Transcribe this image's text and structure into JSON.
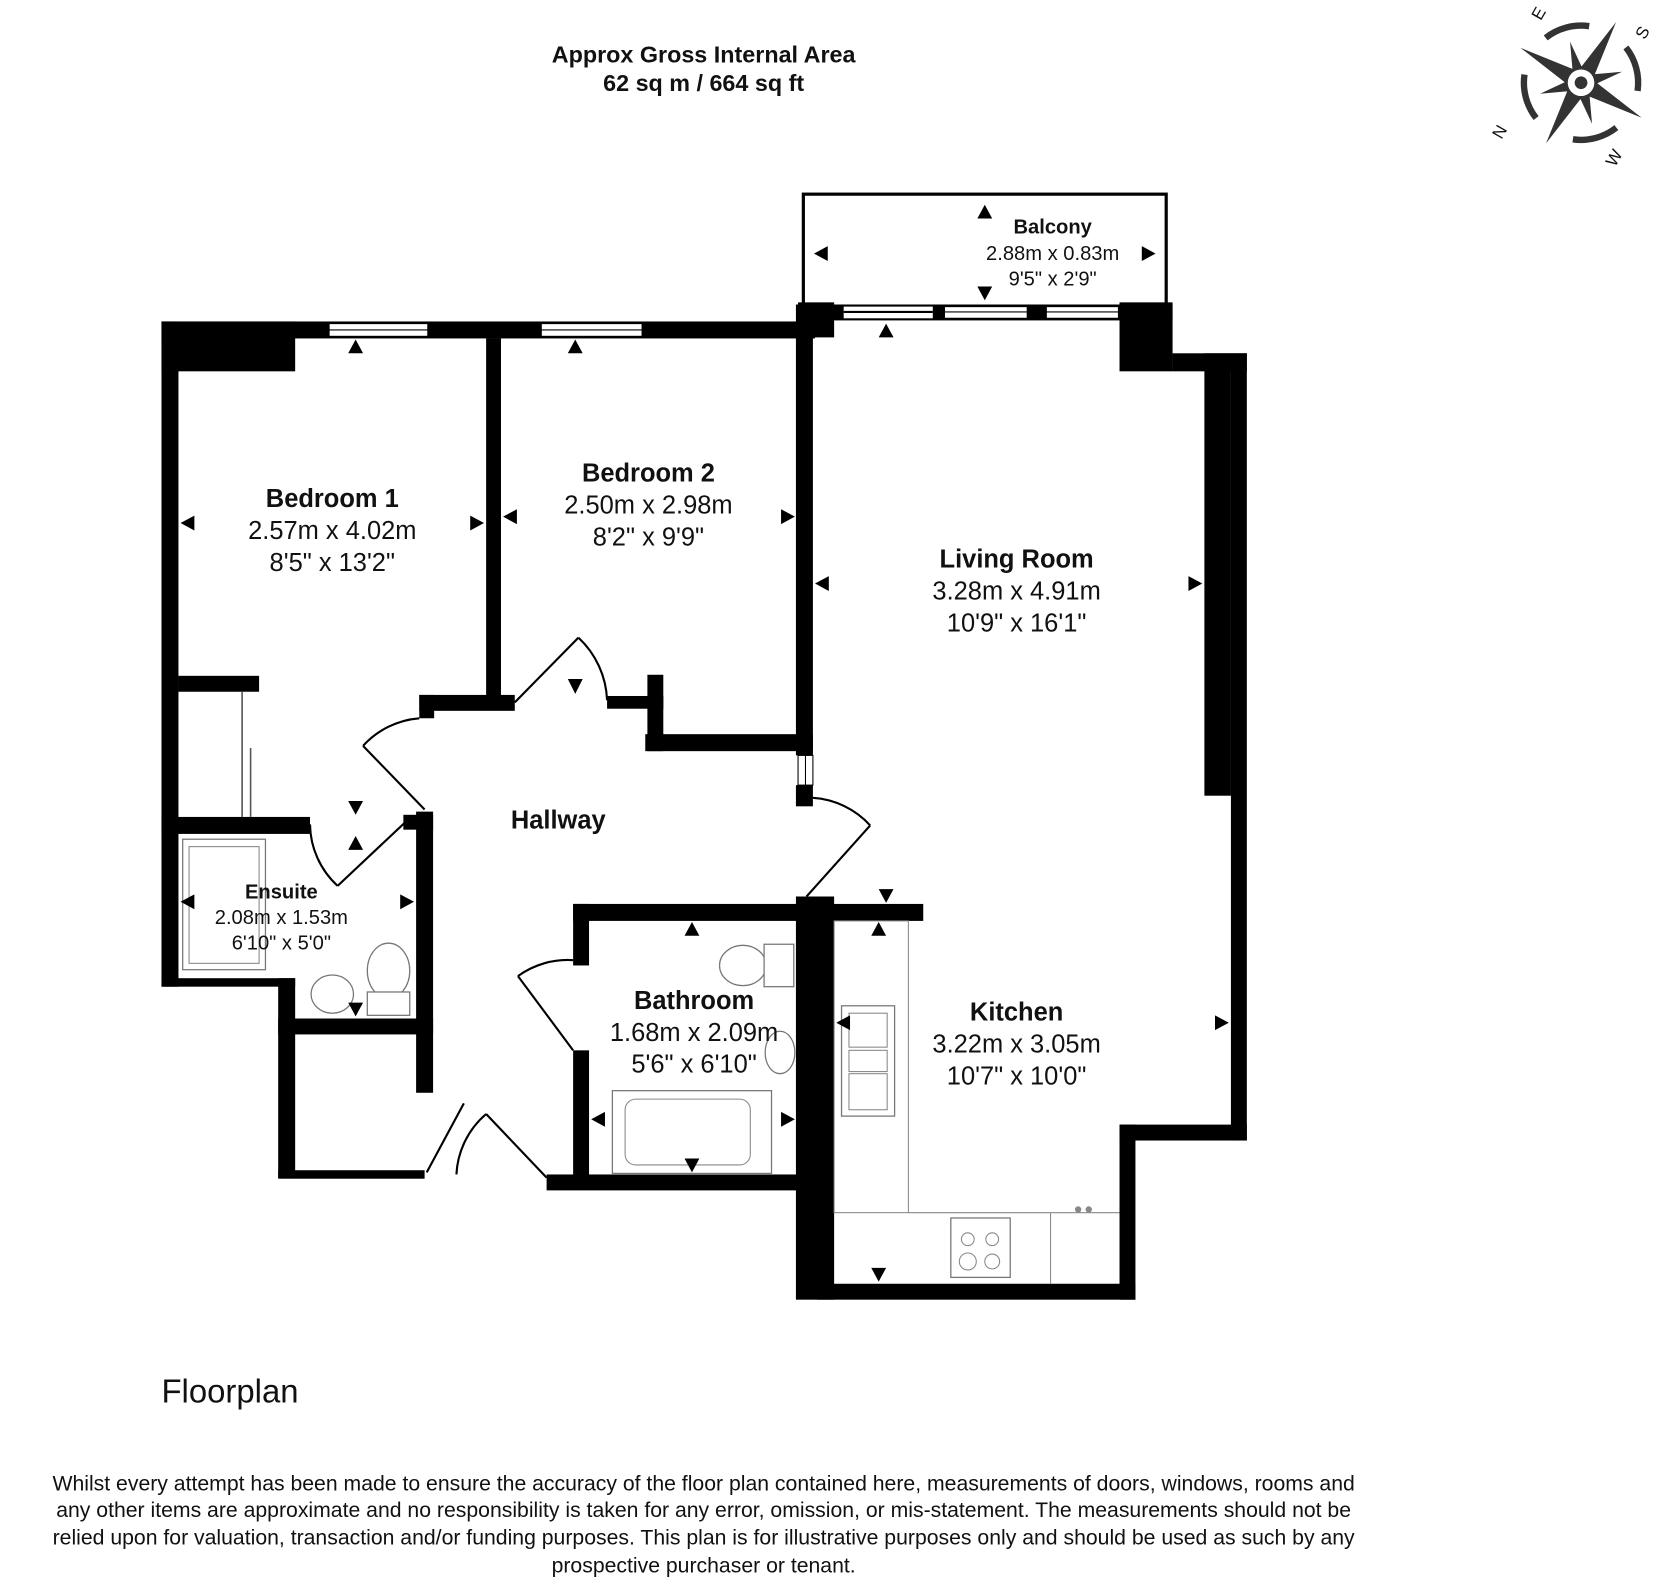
{
  "header": {
    "title_line1": "Approx Gross Internal Area",
    "title_line2": "62 sq m / 664 sq ft"
  },
  "compass": {
    "icon": "compass-rose-icon",
    "labels": {
      "north": "N",
      "east": "E",
      "south": "S",
      "west": "W"
    }
  },
  "rooms": [
    {
      "name": "Bedroom 1",
      "metric": "2.57m x 4.02m",
      "imperial": "8'5\" x 13'2\""
    },
    {
      "name": "Bedroom 2",
      "metric": "2.50m x 2.98m",
      "imperial": "8'2\" x 9'9\""
    },
    {
      "name": "Living Room",
      "metric": "3.28m x 4.91m",
      "imperial": "10'9\" x 16'1\""
    },
    {
      "name": "Balcony",
      "metric": "2.88m x 0.83m",
      "imperial": "9'5\" x 2'9\""
    },
    {
      "name": "Hallway"
    },
    {
      "name": "Ensuite",
      "metric": "2.08m x 1.53m",
      "imperial": "6'10\" x 5'0\""
    },
    {
      "name": "Bathroom",
      "metric": "1.68m x 2.09m",
      "imperial": "5'6\" x 6'10\""
    },
    {
      "name": "Kitchen",
      "metric": "3.22m x 3.05m",
      "imperial": "10'7\" x 10'0\""
    }
  ],
  "floor_label": "Floorplan",
  "disclaimer_lines": [
    "Whilst every attempt has been made to ensure the accuracy of the floor plan contained here, measurements of doors, windows, rooms and",
    "any other items are approximate and no responsibility is taken for any error, omission, or mis-statement. The measurements should not be",
    "relied upon for valuation, transaction and/or funding purposes. This plan is for illustrative purposes only and should be used as such by any",
    "prospective purchaser or tenant."
  ]
}
